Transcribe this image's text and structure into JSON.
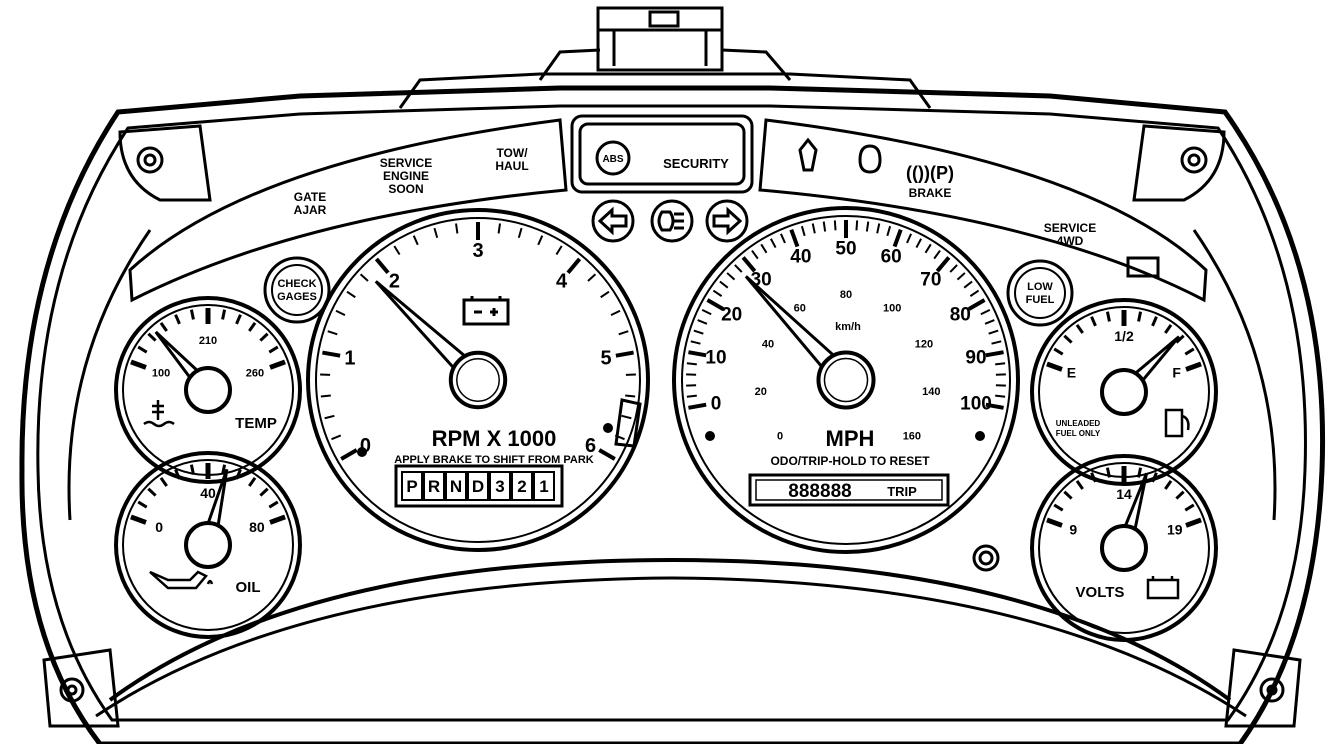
{
  "warning_strip": {
    "gate_ajar": [
      "GATE",
      "AJAR"
    ],
    "service_engine_soon": [
      "SERVICE",
      "ENGINE",
      "SOON"
    ],
    "tow_haul": [
      "TOW/",
      "HAUL"
    ],
    "abs": "ABS",
    "security": "SECURITY",
    "brake": "BRAKE",
    "service_4wd": [
      "SERVICE",
      "4WD"
    ]
  },
  "check_gages": [
    "CHECK",
    "GAGES"
  ],
  "low_fuel": [
    "LOW",
    "FUEL"
  ],
  "temp_gauge": {
    "label": "TEMP",
    "ticks": [
      "100",
      "210",
      "260"
    ],
    "needle_fraction": 0.2
  },
  "oil_gauge": {
    "label": "OIL",
    "ticks": [
      "0",
      "40",
      "80"
    ],
    "needle_fraction": 0.6
  },
  "tachometer": {
    "title": "RPM X 1000",
    "note": "APPLY BRAKE TO SHIFT FROM PARK",
    "ticks": [
      "0",
      "1",
      "2",
      "3",
      "4",
      "5",
      "6"
    ],
    "min": 0,
    "max": 6,
    "needle_value": 1.85
  },
  "gear_indicator": [
    "P",
    "R",
    "N",
    "D",
    "3",
    "2",
    "1"
  ],
  "speedometer": {
    "title": "MPH",
    "note": "ODO/TRIP-HOLD TO RESET",
    "mph_ticks": [
      "0",
      "10",
      "20",
      "30",
      "40",
      "50",
      "60",
      "70",
      "80",
      "90",
      "100"
    ],
    "kmh_ticks": [
      "0",
      "20",
      "40",
      "60",
      "80",
      "100",
      "120",
      "140",
      "160"
    ],
    "kmh_unit": "km/h",
    "min": 0,
    "max": 100,
    "needle_value": 28
  },
  "odometer": {
    "digits": "888888",
    "label": "TRIP"
  },
  "fuel_gauge": {
    "ticks": [
      "E",
      "1/2",
      "F"
    ],
    "note": [
      "UNLEADED",
      "FUEL ONLY"
    ],
    "needle_fraction": 0.82
  },
  "volts_gauge": {
    "label": "VOLTS",
    "ticks": [
      "9",
      "14",
      "19"
    ],
    "needle_fraction": 0.62
  }
}
